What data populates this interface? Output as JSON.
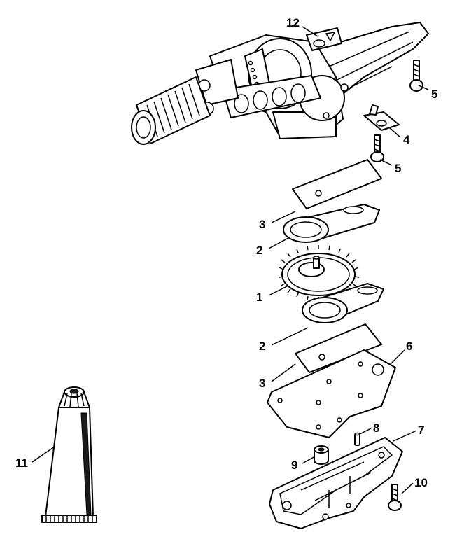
{
  "callouts": [
    {
      "id": "callout-1",
      "label": "1"
    },
    {
      "id": "callout-2a",
      "label": "2"
    },
    {
      "id": "callout-2b",
      "label": "2"
    },
    {
      "id": "callout-3a",
      "label": "3"
    },
    {
      "id": "callout-3b",
      "label": "3"
    },
    {
      "id": "callout-4",
      "label": "4"
    },
    {
      "id": "callout-5a",
      "label": "5"
    },
    {
      "id": "callout-5b",
      "label": "5"
    },
    {
      "id": "callout-6",
      "label": "6"
    },
    {
      "id": "callout-7",
      "label": "7"
    },
    {
      "id": "callout-8",
      "label": "8"
    },
    {
      "id": "callout-9",
      "label": "9"
    },
    {
      "id": "callout-10",
      "label": "10"
    },
    {
      "id": "callout-11",
      "label": "11"
    },
    {
      "id": "callout-12",
      "label": "12"
    }
  ],
  "colors": {
    "ink": "#000000",
    "paper": "#ffffff"
  }
}
